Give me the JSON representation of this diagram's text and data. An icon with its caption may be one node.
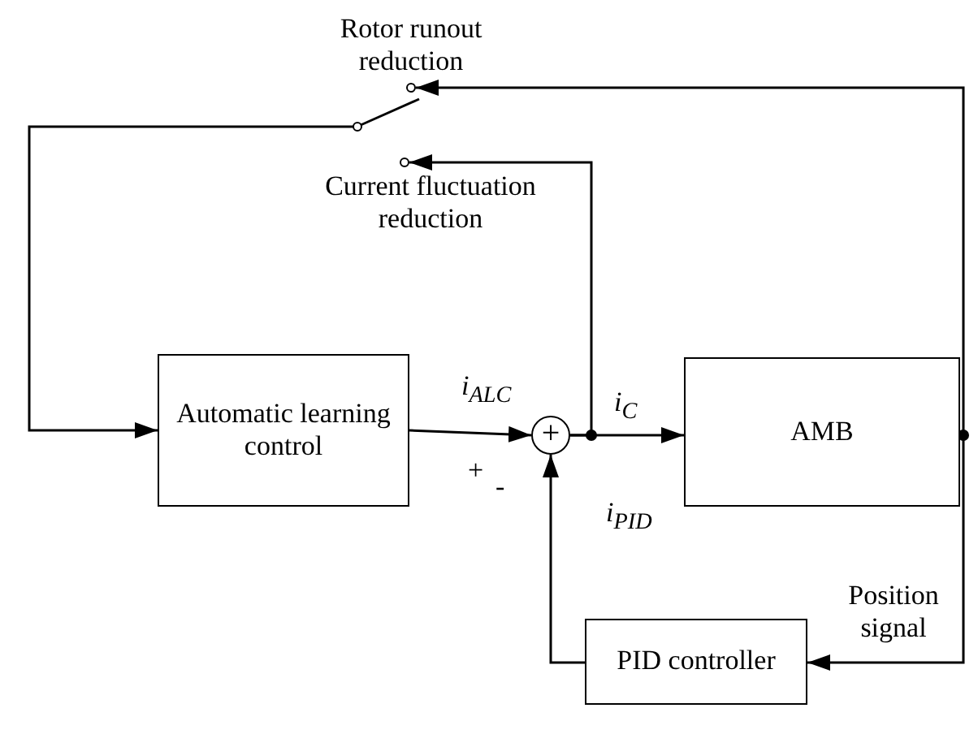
{
  "diagram": {
    "nodes": [
      {
        "text": [
          "Automatic learning control"
        ]
      },
      {
        "text": [
          "+"
        ]
      },
      {
        "text": [
          "AMB"
        ]
      },
      {
        "text": [
          "PID controller"
        ]
      },
      {
        "text": [],
        "shape": "circle",
        "beside": [
          "Rotor runout reduction"
        ]
      },
      {
        "text": [],
        "shape": "circle",
        "beside": [
          "Current fluctuation reduction"
        ]
      },
      {
        "text": [],
        "shape": "switch"
      }
    ],
    "edges": [
      {
        "from": 0,
        "to": 1,
        "arrow": "to",
        "label": "i$_{ALC}$"
      },
      {
        "from": 1,
        "to": 2,
        "arrow": "to",
        "label": "i$_{C}$"
      },
      {
        "from": 2,
        "to": 4,
        "arrow": "to"
      },
      {
        "from": 2,
        "to": 3,
        "arrow": "to",
        "label": "Position signal"
      },
      {
        "from": 1,
        "to": 5,
        "arrow": "to"
      },
      {
        "from": 3,
        "to": 1,
        "arrow": "to",
        "label": "i$_{PID}$"
      },
      {
        "from": 6,
        "to": 0,
        "arrow": "to"
      }
    ],
    "labels": [
      "+",
      "-"
    ]
  }
}
